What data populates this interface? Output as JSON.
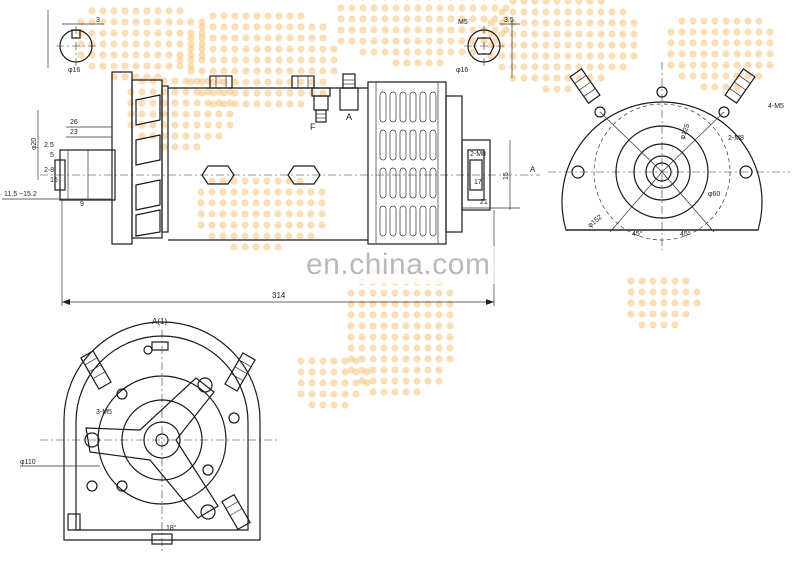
{
  "watermark": {
    "text": "en.china.com"
  },
  "labels": {
    "terminal_f": "F",
    "terminal_a": "A",
    "section_a": "A",
    "view_a": "A(1)",
    "overall_length": "314",
    "d_3": "3",
    "d_35": "3.5",
    "d_m5": "M5",
    "d_phi16": "φ16",
    "d_26": "26",
    "d_23": "23",
    "d_25": "2.5",
    "d_5": "5",
    "d_15": "15",
    "d_9": "9",
    "d_2_8": "2-8",
    "d_shaft": "φ20",
    "d_len_left": "11.5  ~15.2",
    "d_phi60": "φ60",
    "d_phi125": "φ125",
    "d_phi152": "φ152",
    "d_4m5": "4-M5",
    "d_2m8": "2-M8",
    "d_45a": "45°",
    "d_45b": "45°",
    "d_3m5": "3-M5",
    "d_phi110": "φ110",
    "d_18": "18°",
    "d_17": "17",
    "d_21": "21",
    "d_15r": "15",
    "d_2m8r": "2-M8"
  },
  "colors": {
    "dots": "#f5c27a",
    "line": "#1a1a1a"
  }
}
